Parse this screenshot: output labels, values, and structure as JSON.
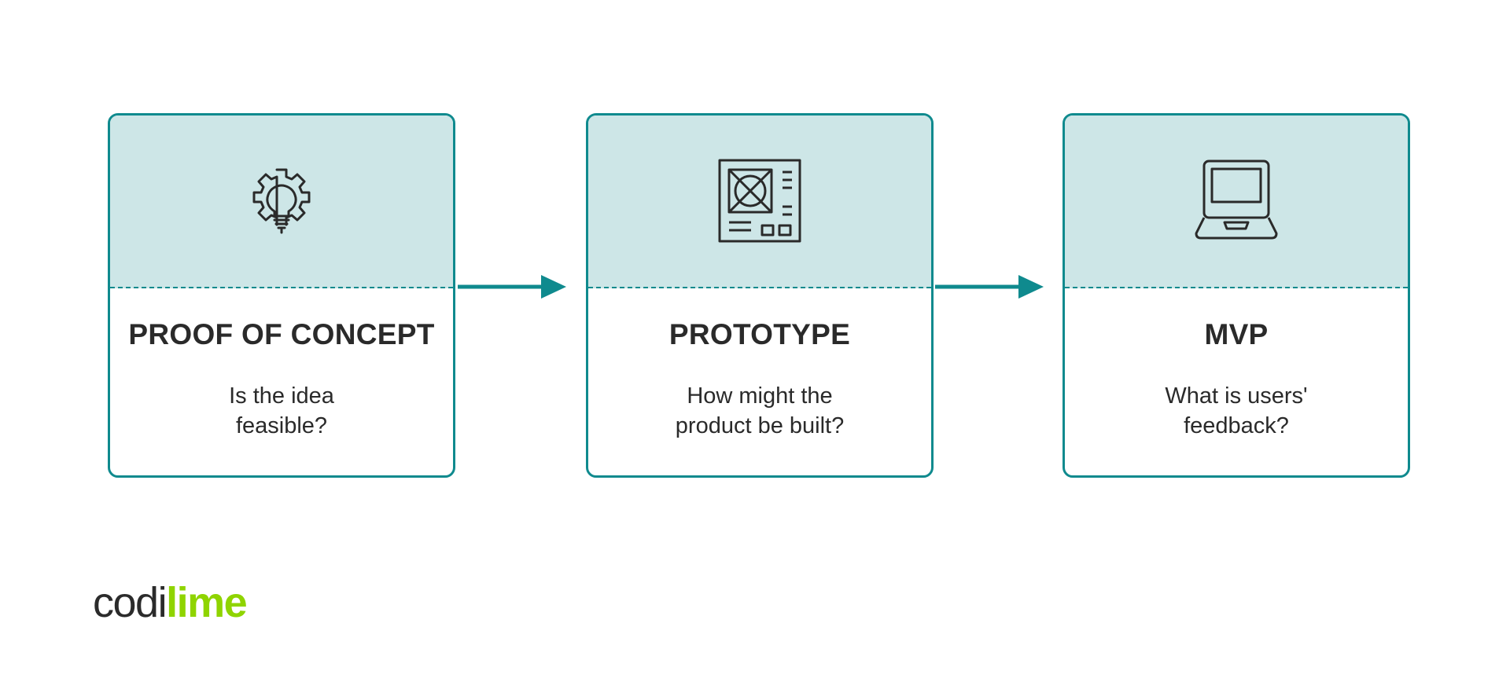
{
  "colors": {
    "accent": "#0f8a8e",
    "card_top_fill": "#cde6e7",
    "text": "#2a2a2a",
    "logo_dark": "#2b2b2b",
    "logo_green": "#8fd400"
  },
  "stages": [
    {
      "icon": "lightbulb-gear-icon",
      "title": "PROOF OF CONCEPT",
      "question_line1": "Is the idea",
      "question_line2": "feasible?"
    },
    {
      "icon": "circuit-board-icon",
      "title": "PROTOTYPE",
      "question_line1": "How might the",
      "question_line2": "product be built?"
    },
    {
      "icon": "laptop-icon",
      "title": "MVP",
      "question_line1": "What is users'",
      "question_line2": "feedback?"
    }
  ],
  "logo": {
    "part1": "codi",
    "part2": "lime"
  }
}
